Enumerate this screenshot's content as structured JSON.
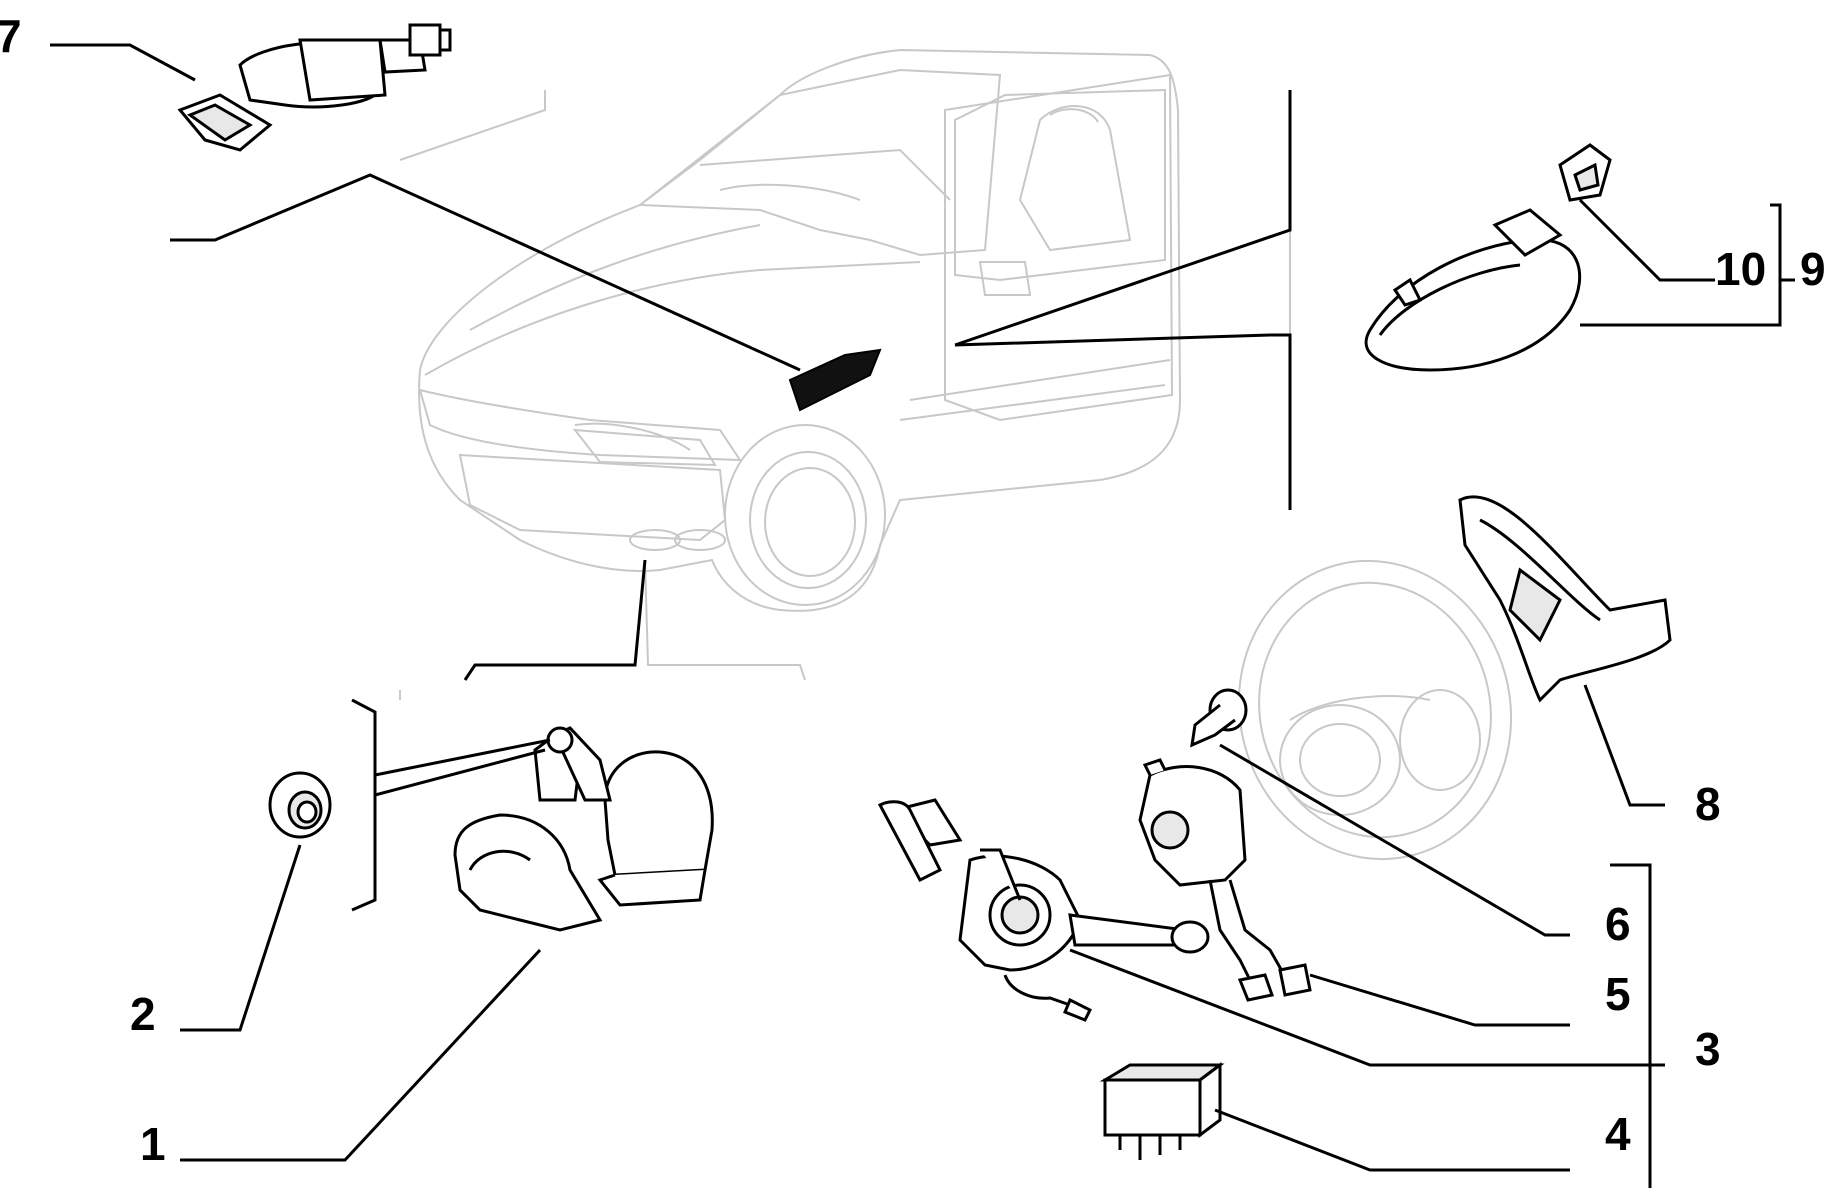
{
  "diagram": {
    "callouts": [
      {
        "id": "1",
        "label": "1"
      },
      {
        "id": "2",
        "label": "2"
      },
      {
        "id": "3",
        "label": "3"
      },
      {
        "id": "4",
        "label": "4"
      },
      {
        "id": "5",
        "label": "5"
      },
      {
        "id": "6",
        "label": "6"
      },
      {
        "id": "7",
        "label": "7"
      },
      {
        "id": "8",
        "label": "8"
      },
      {
        "id": "9",
        "label": "9"
      },
      {
        "id": "10",
        "label": "10"
      }
    ],
    "colors": {
      "ink": "#000000",
      "ghost_line": "#c8c8c8",
      "background": "#ffffff"
    }
  }
}
